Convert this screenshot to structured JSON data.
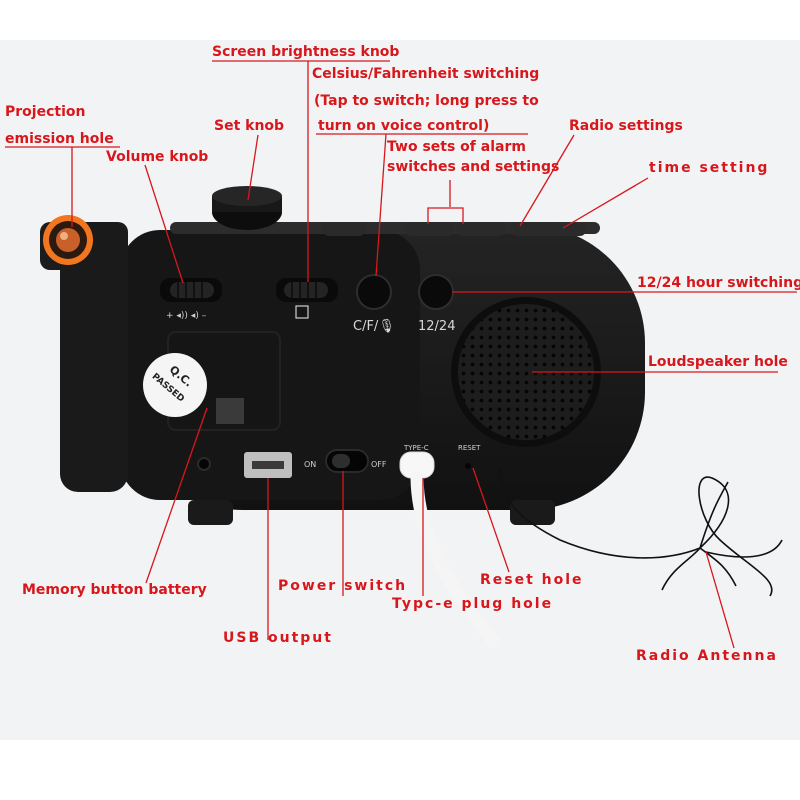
{
  "colors": {
    "label": "#d8171c",
    "leader": "#d8171c",
    "device": "#141414",
    "background": "#f2f3f4"
  },
  "callouts": {
    "projection_line1": "Projection",
    "projection_line2": "emission hole",
    "volume_knob": "Volume knob",
    "set_knob": "Set knob",
    "brightness_knob": "Screen brightness knob",
    "cf_line1": "Celsius/Fahrenheit switching",
    "cf_line2": "(Tap to switch; long press to",
    "cf_line3": "turn on voice control)",
    "alarm_line1": "Two sets of alarm",
    "alarm_line2": "switches and settings",
    "radio_settings": "Radio settings",
    "time_setting": "time setting",
    "hour_switch": "12/24 hour switching",
    "speaker": "Loudspeaker hole",
    "memory_battery": "Memory button battery",
    "power_switch": "Power switch",
    "reset_hole": "Reset hole",
    "typec_hole": "Typc-e plug hole",
    "usb_output": "USB output",
    "antenna": "Radio Antenna"
  },
  "device_labels": {
    "volume_marks": "+ ◂)) ◂) –",
    "cf_button": "C/F/🎙",
    "hour_button": "12/24",
    "on": "ON",
    "off": "OFF",
    "typec": "TYPE-C",
    "reset": "RESET",
    "qc_line1": "Q.C.",
    "qc_line2": "PASSED"
  }
}
